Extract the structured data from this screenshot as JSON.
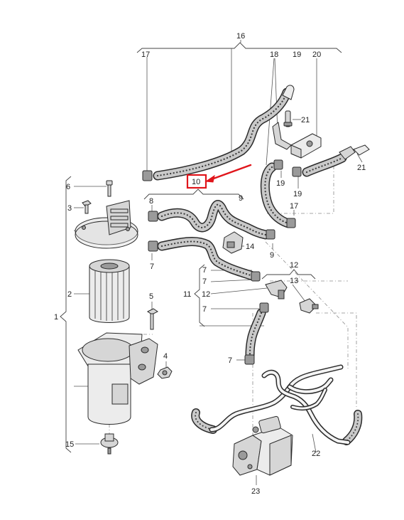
{
  "diagram": {
    "callout_labels": [
      "16",
      "17",
      "18",
      "19",
      "20",
      "21",
      "21",
      "19",
      "19",
      "17",
      "10",
      "9",
      "6",
      "3",
      "8",
      "7",
      "14",
      "9",
      "7",
      "12",
      "13",
      "7",
      "11",
      "12",
      "7",
      "7",
      "1",
      "2",
      "5",
      "4",
      "15",
      "22",
      "23"
    ],
    "highlight": {
      "label": "10",
      "box_color": "#e0151b",
      "arrow_color": "#e0151b"
    }
  }
}
